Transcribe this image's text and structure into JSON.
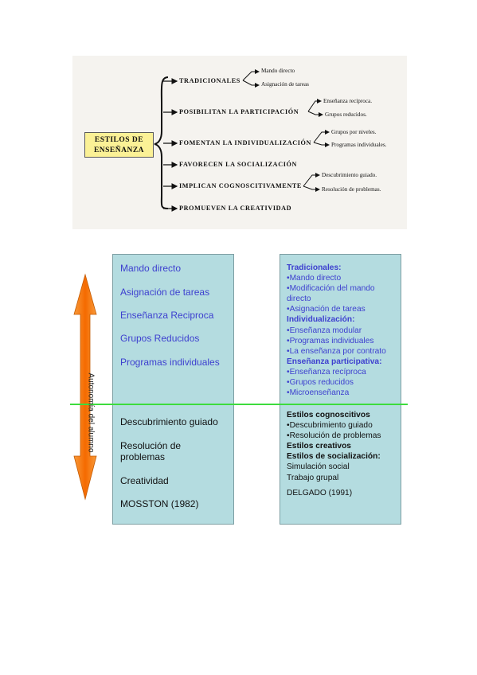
{
  "diagram_top": {
    "root": [
      "ESTILOS DE",
      "ENSEÑANZA"
    ],
    "categories": [
      {
        "label": "TRADICIONALES",
        "items": [
          "Mando directo",
          "Asignación de tareas"
        ]
      },
      {
        "label": "POSIBILITAN LA PARTICIPACIÓN",
        "items": [
          "Enseñanza recíproca.",
          "Grupos reducidos."
        ]
      },
      {
        "label": "FOMENTAN LA INDIVIDUALIZACIÓN",
        "items": [
          "Grupos por niveles.",
          "Programas individuales."
        ]
      },
      {
        "label": "FAVORECEN LA SOCIALIZACIÓN",
        "items": []
      },
      {
        "label": "IMPLICAN COGNOSCITIVAMENTE",
        "items": [
          "Descubrimiento guiado.",
          "Resolución de problemas."
        ]
      },
      {
        "label": "PROMUEVEN LA CREATIVIDAD",
        "items": []
      }
    ]
  },
  "diagram_bottom": {
    "axis_label": "Autonomía del alumno",
    "left_top": [
      "Mando directo",
      "Asignación de tareas",
      "Enseñanza Reciproca",
      "Grupos Reducidos",
      "Programas individuales"
    ],
    "left_bottom": [
      "Descubrimiento guiado",
      "Resolución de problemas",
      "Creatividad",
      "MOSSTON (1982)"
    ],
    "right_top": [
      {
        "text": "Tradicionales:",
        "bold": true
      },
      {
        "text": "•Mando directo"
      },
      {
        "text": "•Modificación del mando"
      },
      {
        "text": "directo"
      },
      {
        "text": "•Asignación de tareas"
      },
      {
        "text": "Individualización:",
        "bold": true
      },
      {
        "text": "•Enseñanza modular"
      },
      {
        "text": "•Programas individuales"
      },
      {
        "text": "•La enseñanza por contrato"
      },
      {
        "text": "Enseñanza participativa:",
        "bold": true
      },
      {
        "text": "•Enseñanza recíproca"
      },
      {
        "text": "•Grupos reducidos"
      },
      {
        "text": "•Microenseñanza"
      }
    ],
    "right_bottom": [
      {
        "text": "Estilos cognoscitivos",
        "bold": true
      },
      {
        "text": "•Descubrimiento guiado"
      },
      {
        "text": "•Resolución de problemas"
      },
      {
        "text": "Estilos creativos",
        "bold": true
      },
      {
        "text": "Estilos de socialización:",
        "bold": true
      },
      {
        "text": "Simulación social"
      },
      {
        "text": "Trabajo grupal"
      },
      {
        "text": ""
      },
      {
        "text": "DELGADO (1991)"
      }
    ]
  },
  "colors": {
    "root_fill": "#fbf196",
    "panel": "#b4dce0",
    "arrow": "#f57c10",
    "divider": "#3ddc3d",
    "blue_text": "#3d3fcf"
  }
}
